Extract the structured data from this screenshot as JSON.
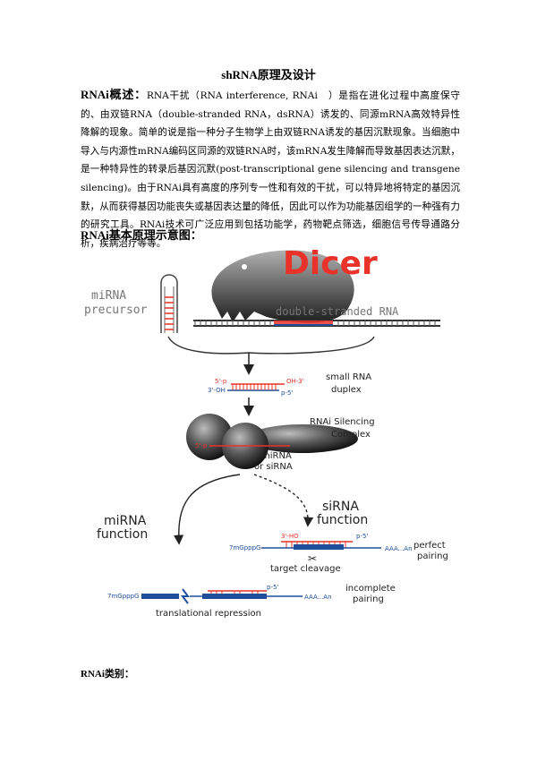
{
  "document": {
    "title": "shRNA原理及设计",
    "overview_lead": "RNAi概述：",
    "overview_body": "RNA干扰（RNA interference, RNAi　）是指在进化过程中高度保守的、由双链RNA（double-stranded RNA，dsRNA）诱发的、同源mRNA高效特异性降解的现象。简单的说是指一种分子生物学上由双链RNA诱发的基因沉默现象。当细胞中导入与内源性mRNA编码区同源的双链RNA时，该mRNA发生降解而导致基因表达沉默，是一种特异性的转录后基因沉默(post-transcriptional gene silencing and transgene silencing)。由于RNAi具有高度的序列专一性和有效的干扰，可以特异地将特定的基因沉默，从而获得基因功能丧失或基因表达量的降低，因此可以作为功能基因组学的一种强有力的研究工具。RNAi技术可广泛应用到包括功能学，药物靶点筛选，细胞信号传导通路分析，疾病治疗等等。",
    "figure_heading": "RNAi基本原理示意图：",
    "types_heading": "RNAi类别："
  },
  "figure": {
    "dicer": "Dicer",
    "mirna_precursor_1": "miRNA",
    "mirna_precursor_2": "precursor",
    "dsrna": "double-stranded RNA",
    "five_p": "5'-p",
    "oh3_top": "OH-3'",
    "oh3_left": "3'-OH",
    "p5_right": "p-5'",
    "small_rna_1": "small RNA",
    "small_rna_2": "duplex",
    "risc_1": "RNAi Silencing",
    "risc_2": "Complex",
    "risc_5p": "5'-p",
    "mirna_or_1": "miRNA",
    "mirna_or_2": "or siRNA",
    "sirna_fn_1": "siRNA",
    "sirna_fn_2": "function",
    "mirna_fn_1": "miRNA",
    "mirna_fn_2": "function",
    "ho3": "3'-HO",
    "p5_b": "p-5'",
    "cap_1": "7mGpppG",
    "polya_1": "AAA...An",
    "perfect_1": "perfect",
    "perfect_2": "pairing",
    "target_cleavage": "target cleavage",
    "p5_c": "p-5'",
    "cap_2": "7mGpppG",
    "polya_2": "AAA...An",
    "incomplete_1": "incomplete",
    "incomplete_2": "pairing",
    "translational": "translational repression",
    "colors": {
      "red": "#e8322a",
      "blue": "#1f4f9a",
      "gray": "#6e6e6e"
    }
  }
}
